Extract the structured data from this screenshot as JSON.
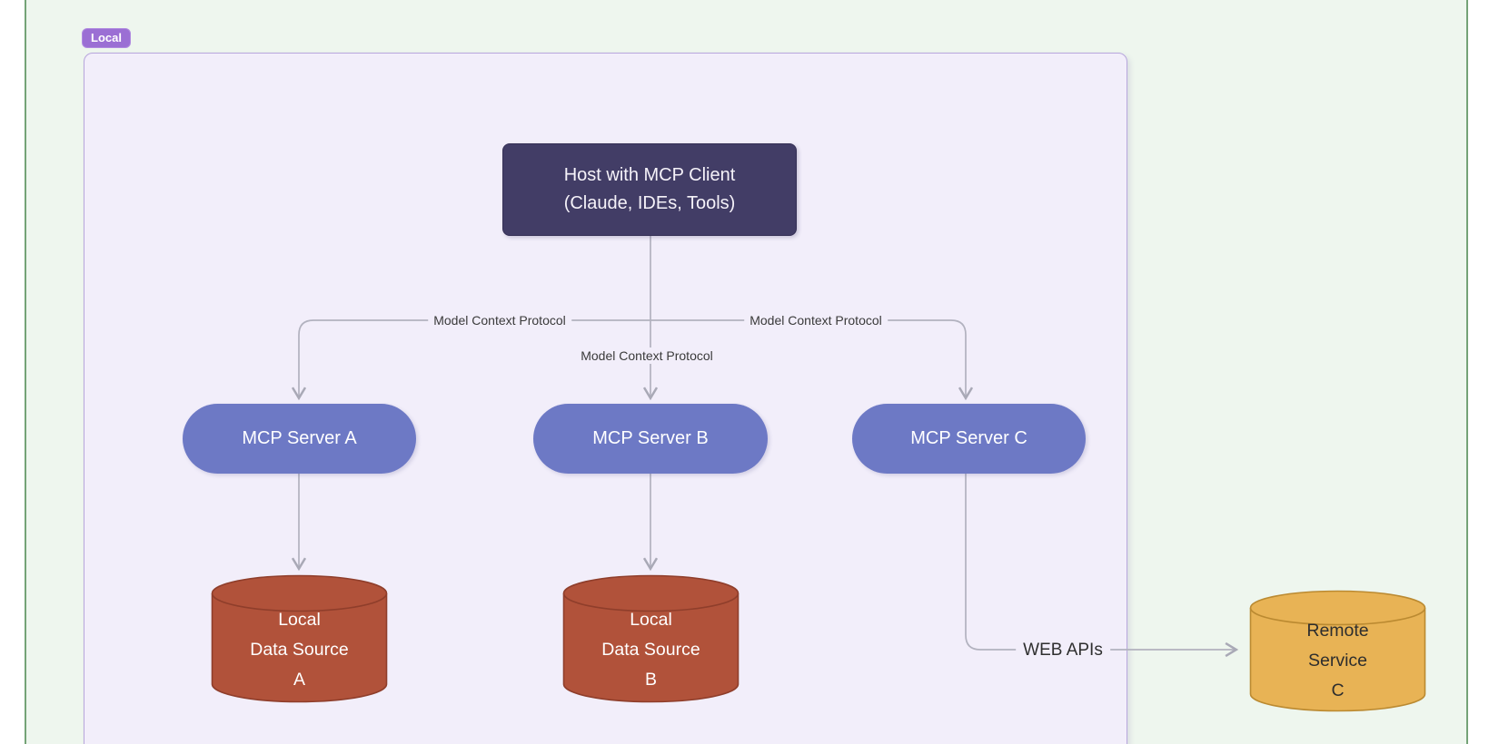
{
  "diagram": {
    "boundary_label": "Local",
    "nodes": {
      "host": {
        "label": "Host with MCP Client\n(Claude, IDEs, Tools)"
      },
      "server_a": {
        "label": "MCP Server A"
      },
      "server_b": {
        "label": "MCP Server B"
      },
      "server_c": {
        "label": "MCP Server C"
      },
      "data_source_a": {
        "label": "Local\nData Source\nA"
      },
      "data_source_b": {
        "label": "Local\nData Source\nB"
      },
      "remote_service_c": {
        "label": "Remote\nService\nC"
      }
    },
    "edges": {
      "host_to_server_a": {
        "label": "Model Context Protocol"
      },
      "host_to_server_b": {
        "label": "Model Context Protocol"
      },
      "host_to_server_c": {
        "label": "Model Context Protocol"
      },
      "server_c_to_remote": {
        "label": "WEB APIs"
      }
    },
    "colors": {
      "page_bg": "#ffffff",
      "outer_panel_bg": "#eef6ee",
      "outer_panel_border": "#74a377",
      "boundary_bg": "#f2eefa",
      "boundary_border": "#b7a6dc",
      "badge_bg": "#9b6fd4",
      "host_bg": "#423d66",
      "server_bg": "#6d79c5",
      "datasource_bg": "#b1523a",
      "datasource_border": "#8f3e2b",
      "remote_bg": "#e8b355",
      "remote_border": "#bb8a31",
      "arrow": "#b2b2bf",
      "edge_label_text": "#3a3a3a"
    }
  }
}
